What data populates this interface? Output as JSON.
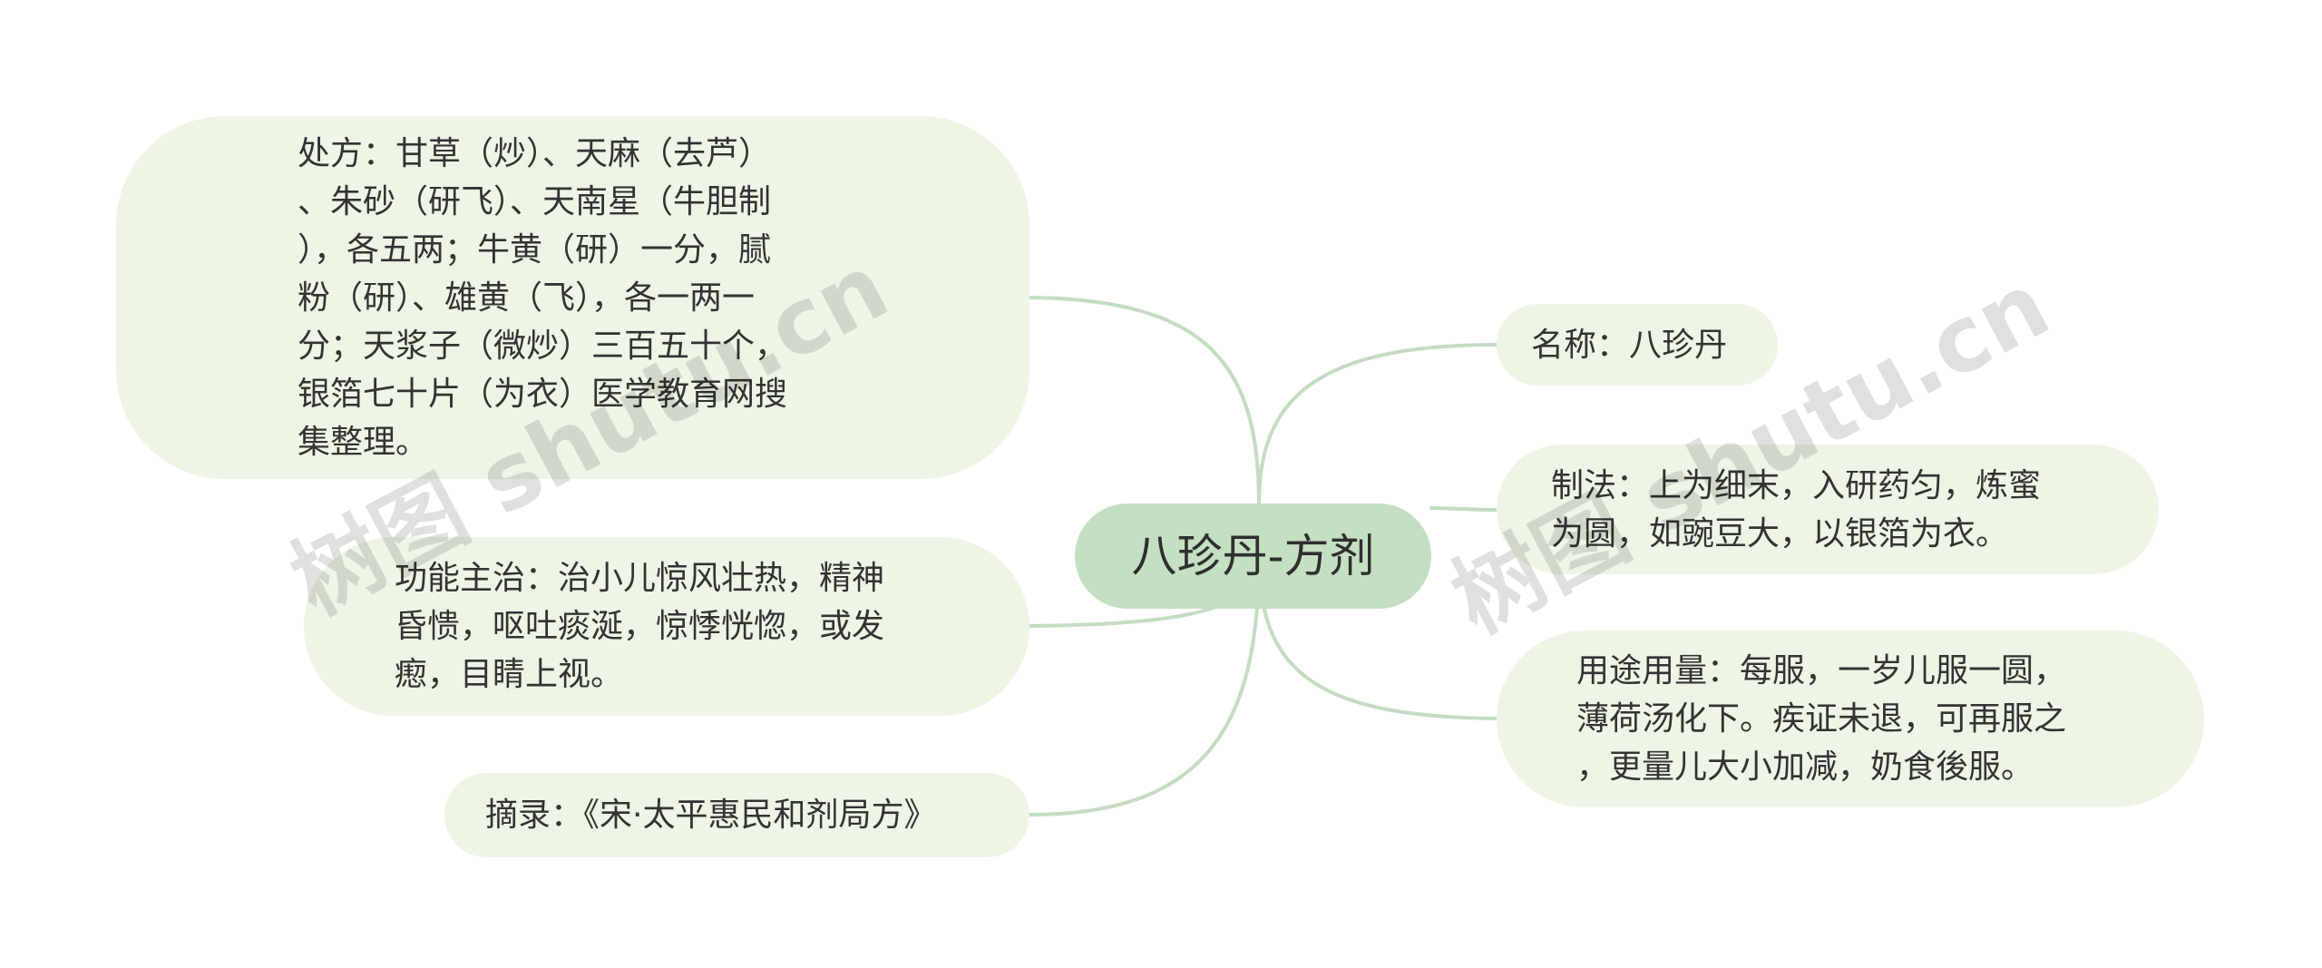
{
  "colors": {
    "root_fill": "#c5dfc3",
    "leaf_fill": "#eef5e6",
    "connector": "#c5dcc2"
  },
  "root": {
    "label": "八珍丹-方剂"
  },
  "left_branches": [
    {
      "name": "prescription",
      "text": "处方：甘草（炒）、天麻（去芦）\n、朱砂（研飞）、天南星（牛胆制\n），各五两；牛黄（研）一分，腻\n粉（研）、雄黄（飞），各一两一\n分；天浆子（微炒）三百五十个，\n银箔七十片（为衣）医学教育网搜\n集整理。"
    },
    {
      "name": "indications",
      "text": "功能主治：治小儿惊风壮热，精神\n昏愦，呕吐痰涎，惊悸恍惚，或发\n瘛，目睛上视。"
    },
    {
      "name": "source",
      "text": "摘录：《宋·太平惠民和剂局方》"
    }
  ],
  "right_branches": [
    {
      "name": "name",
      "text": "名称：八珍丹"
    },
    {
      "name": "preparation",
      "text": "制法：上为细末，入研药匀，炼蜜\n为圆，如豌豆大，以银箔为衣。"
    },
    {
      "name": "dosage",
      "text": "用途用量：每服，一岁儿服一圆，\n薄荷汤化下。疾证未退，可再服之\n，更量儿大小加减，奶食後服。"
    }
  ],
  "watermark": {
    "text": "树图 shutu.cn"
  }
}
